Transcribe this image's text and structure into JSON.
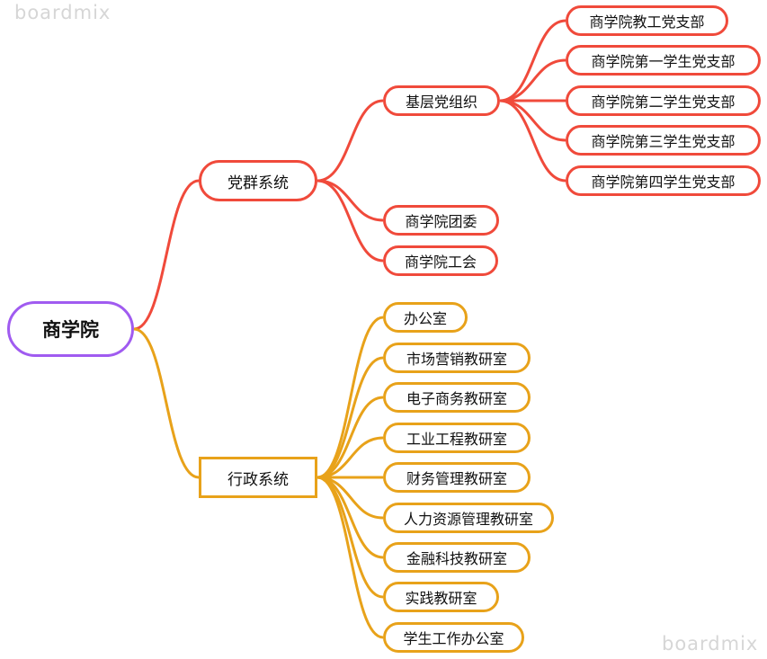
{
  "watermark": "boardmix",
  "colors": {
    "root": "#a05bf0",
    "party": "#f04a3b",
    "admin": "#e8a21a"
  },
  "root": {
    "label": "商学院"
  },
  "party": {
    "label": "党群系统",
    "grassroots": {
      "label": "基层党组织",
      "children": [
        "商学院教工党支部",
        "商学院第一学生党支部",
        "商学院第二学生党支部",
        "商学院第三学生党支部",
        "商学院第四学生党支部"
      ]
    },
    "children": [
      "商学院团委",
      "商学院工会"
    ]
  },
  "admin": {
    "label": "行政系统",
    "children": [
      "办公室",
      "市场营销教研室",
      "电子商务教研室",
      "工业工程教研室",
      "财务管理教研室",
      "人力资源管理教研室",
      "金融科技教研室",
      "实践教研室",
      "学生工作办公室"
    ]
  }
}
